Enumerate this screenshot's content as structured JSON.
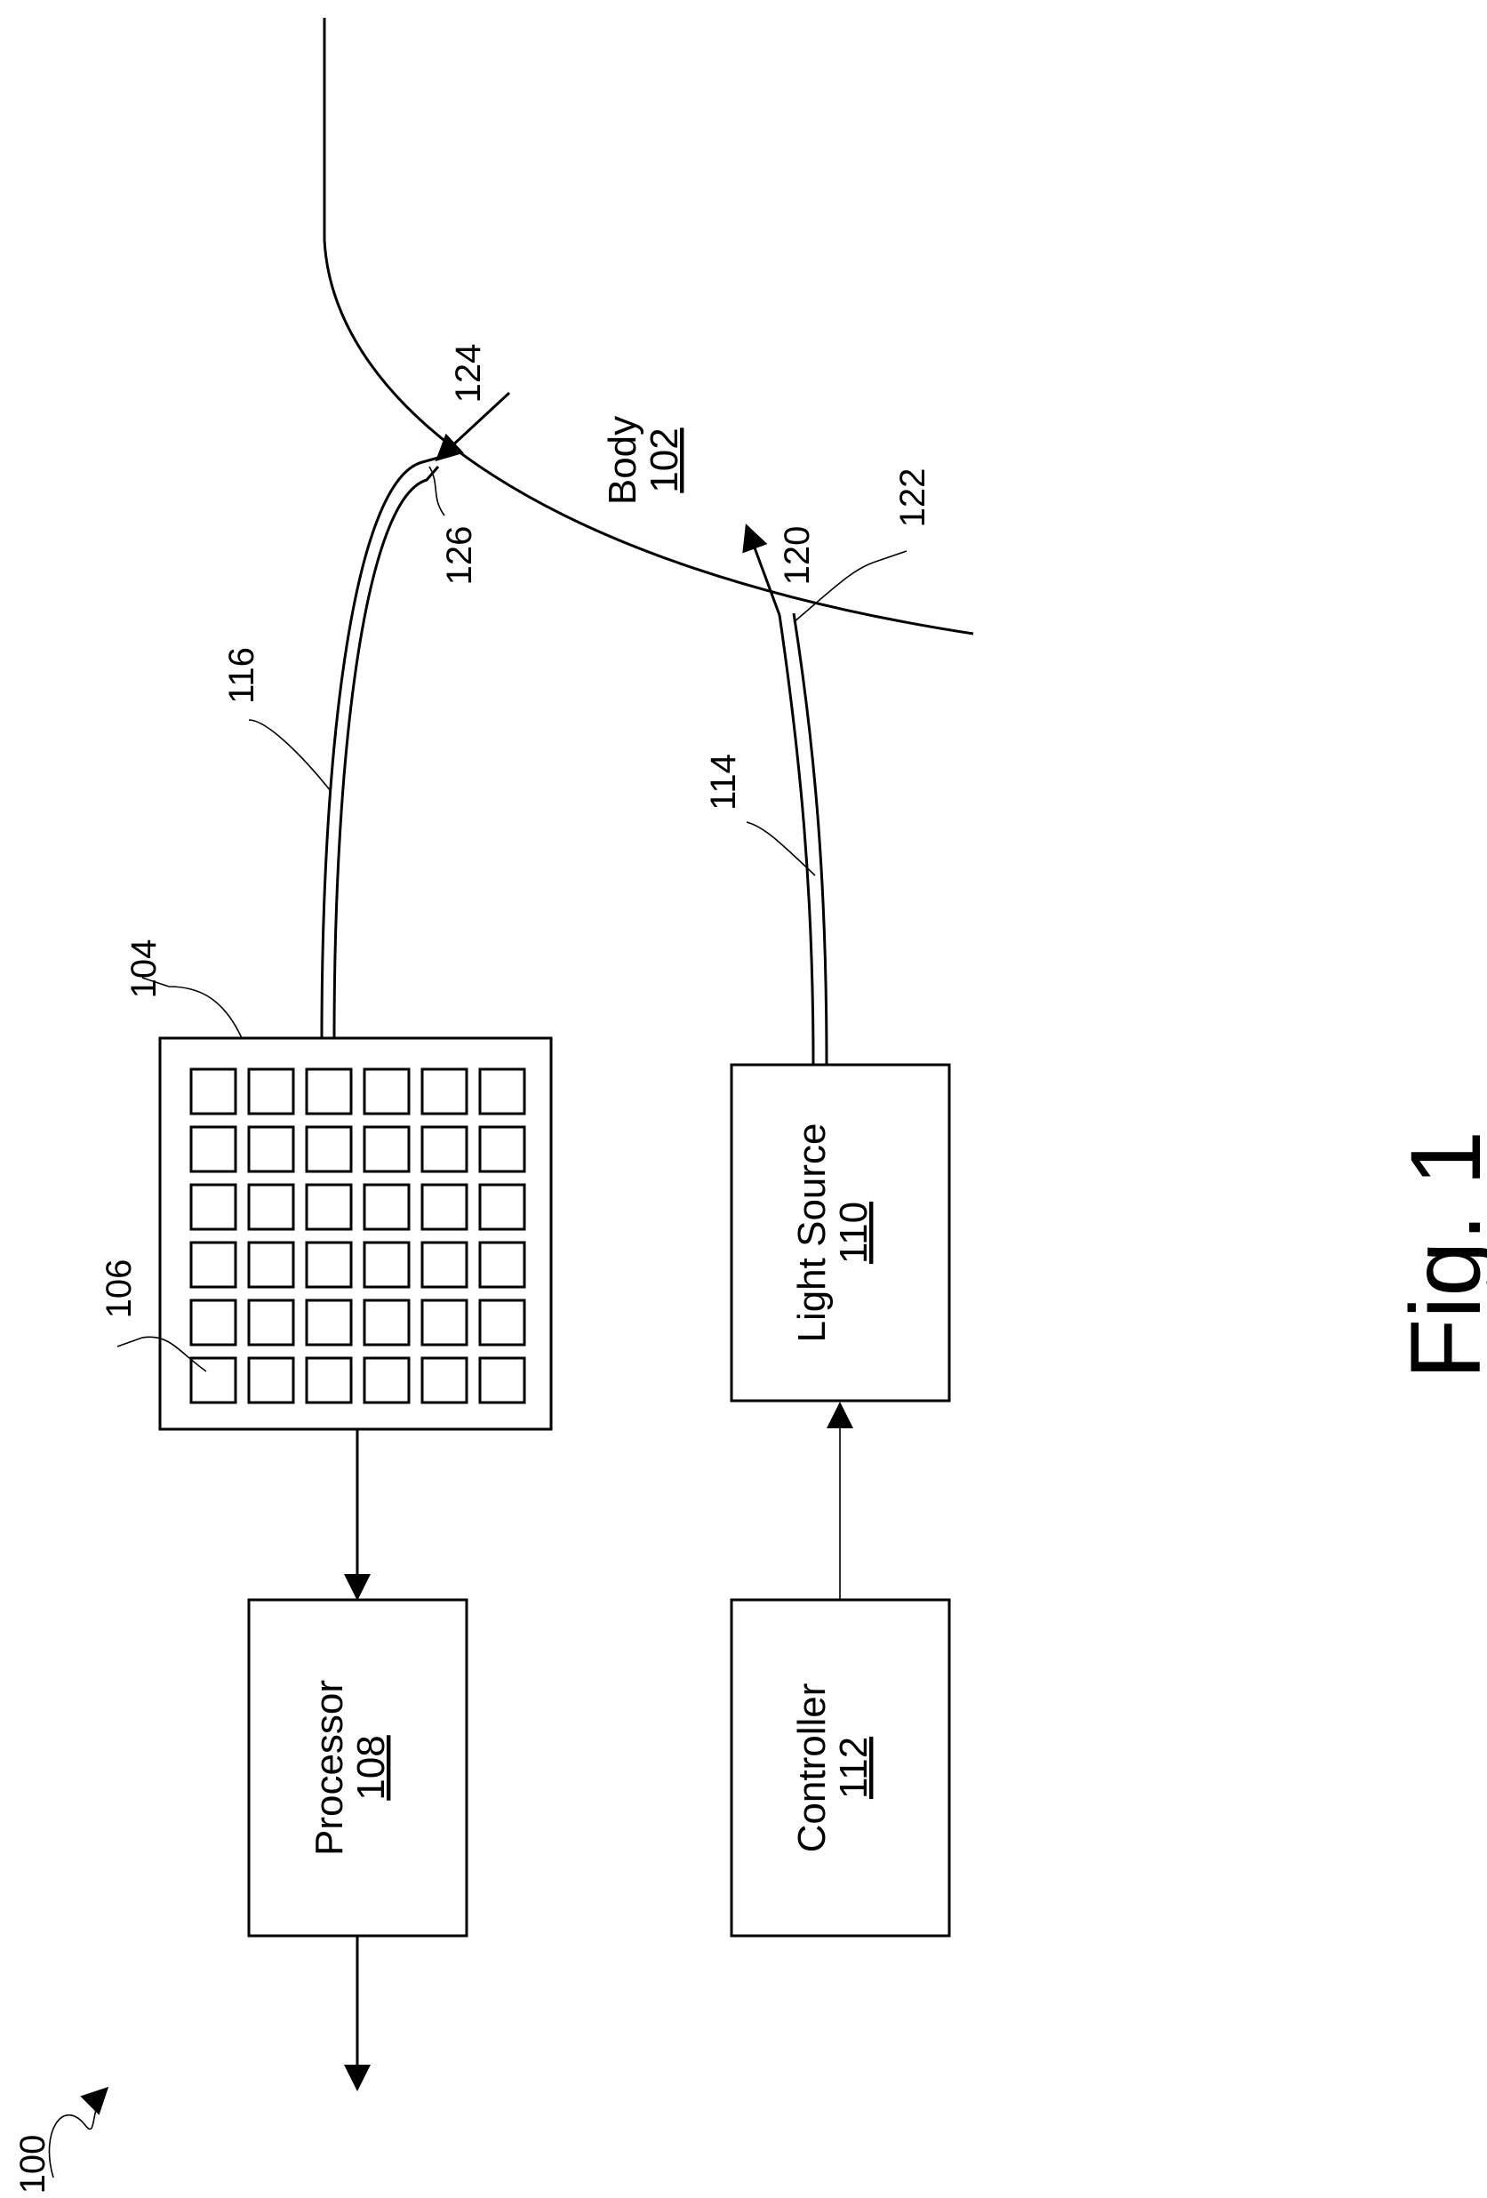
{
  "figure": {
    "caption": "Fig. 1",
    "overall_ref": "100"
  },
  "body": {
    "label": "Body",
    "ref": "102"
  },
  "sensor_array": {
    "ref": "104",
    "element_ref": "106"
  },
  "processor": {
    "label": "Processor",
    "ref": "108"
  },
  "light_source": {
    "label": "Light Source",
    "ref": "110"
  },
  "controller": {
    "label": "Controller",
    "ref": "112"
  },
  "fibers": {
    "emit_fiber_ref": "114",
    "collect_fiber_ref": "116"
  },
  "points": {
    "emit_ref": "120",
    "emit_point_ref": "122",
    "collect_ref": "124",
    "collect_point_ref": "126"
  }
}
